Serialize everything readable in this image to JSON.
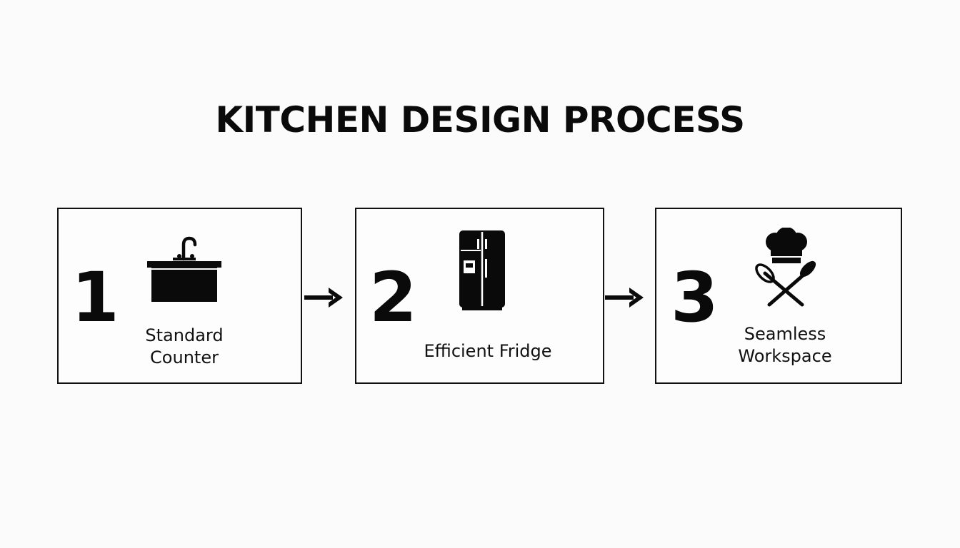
{
  "title": "KITCHEN DESIGN PROCESS",
  "colors": {
    "background": "#fbfbfb",
    "ink": "#0c0c0c"
  },
  "steps": [
    {
      "number": "1",
      "label_lines": [
        "Standard",
        "Counter"
      ],
      "icon": "sink-counter-icon"
    },
    {
      "number": "2",
      "label_lines": [
        "Efficient Fridge"
      ],
      "icon": "refrigerator-icon"
    },
    {
      "number": "3",
      "label_lines": [
        "Seamless",
        "Workspace"
      ],
      "icon": "chef-hat-utensils-icon"
    }
  ],
  "connectors": [
    "arrow-right-icon",
    "arrow-right-icon"
  ]
}
